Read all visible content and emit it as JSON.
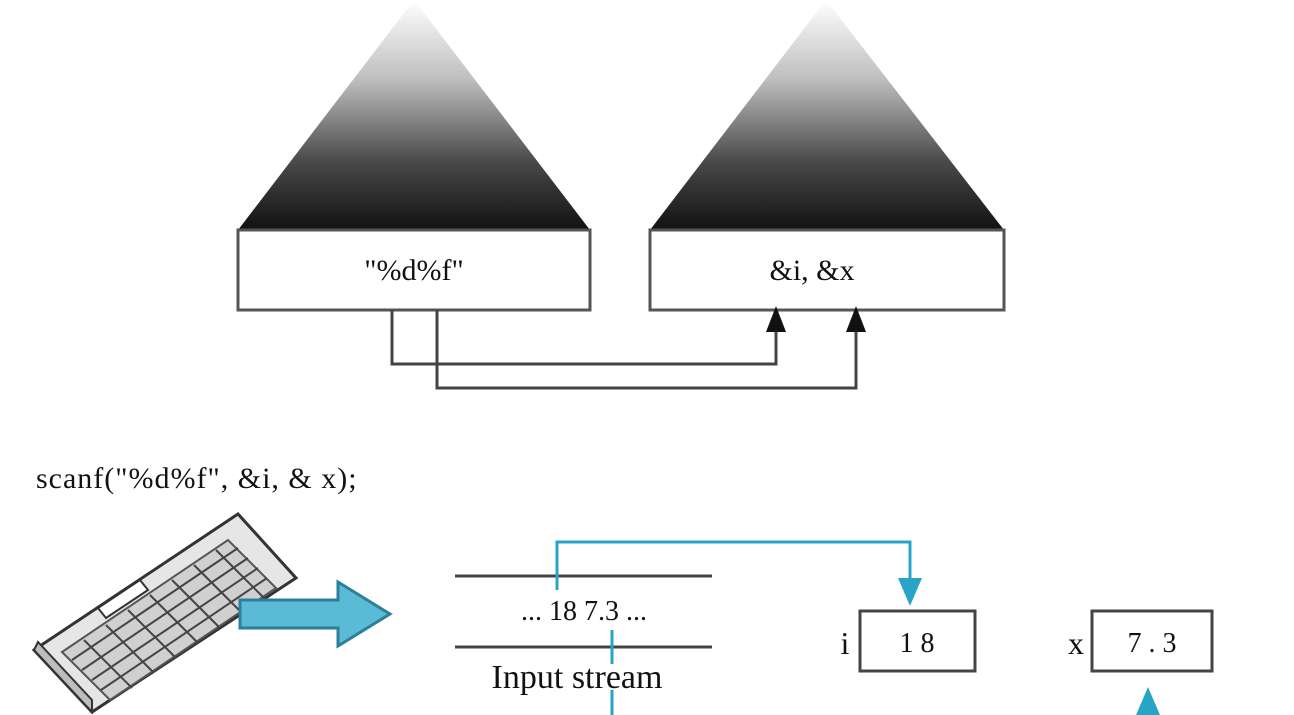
{
  "format_box": {
    "text": "\"%d%f\""
  },
  "address_box": {
    "text": "&i, &x"
  },
  "code_line": {
    "text": "scanf(\"%d%f\", &i, & x);"
  },
  "input_stream": {
    "content": "... 18 7.3 ...",
    "label": "Input stream"
  },
  "var_i": {
    "name": "i",
    "value": "1 8"
  },
  "var_x": {
    "name": "x",
    "value": "7 . 3"
  },
  "colors": {
    "line": "#444444",
    "flow": "#2aa4c6",
    "arrow_fill": "#5bbbd6",
    "arrow_stroke": "#2b7f98"
  },
  "icons": {
    "input_device": "keyboard-icon"
  }
}
